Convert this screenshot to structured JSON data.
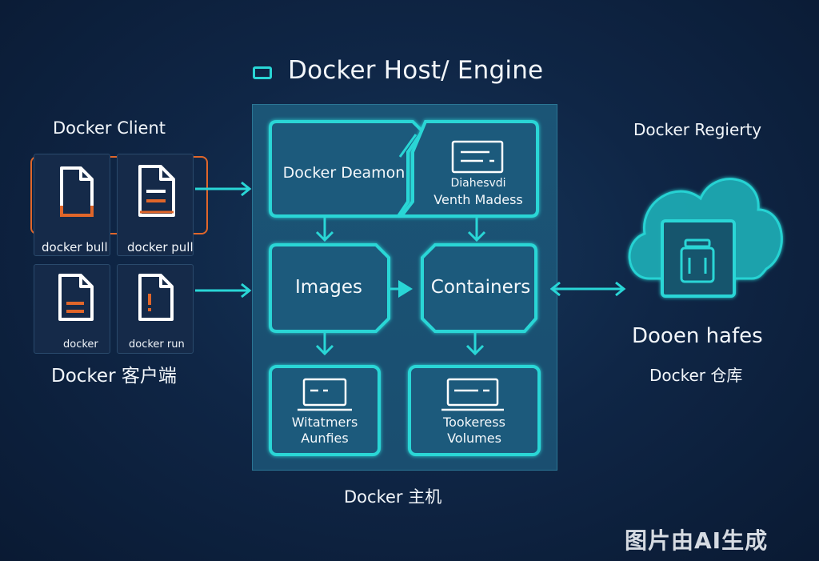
{
  "title": "Docker Host/ Engine",
  "client": {
    "title": "Docker Client",
    "tiles": [
      {
        "label": "docker bull",
        "icon": "document-icon"
      },
      {
        "label": "docker pull",
        "icon": "document-lines-icon"
      },
      {
        "label": "docker",
        "icon": "document-icon"
      },
      {
        "label": "docker run",
        "icon": "document-alert-icon"
      }
    ],
    "subtitle_cn": "Docker 客户端"
  },
  "host": {
    "daemon": "Docker Deamon",
    "daemon_side": {
      "line1": "Diahesvdi",
      "line2": "Venth Madess",
      "icon": "terminal-icon"
    },
    "images": "Images",
    "containers": "Containers",
    "bottom_left": {
      "line1": "Witatmers",
      "line2": "Aunfies",
      "icon": "monitor-icon"
    },
    "bottom_right": {
      "line1": "Tookeress",
      "line2": "Volumes",
      "icon": "monitor-icon"
    },
    "caption_cn": "Docker 主机"
  },
  "registry": {
    "title": "Docker Regierty",
    "big_label": "Dooen hafes",
    "caption_cn": "Docker 仓库",
    "icon": "cloud-storage-icon"
  },
  "watermark": "图片由AI生成",
  "colors": {
    "accent": "#29d6d6",
    "accent_dark": "#1ab7c2",
    "client_border": "#e0662a",
    "background": "#0f2646",
    "panel": "#1b5576"
  }
}
